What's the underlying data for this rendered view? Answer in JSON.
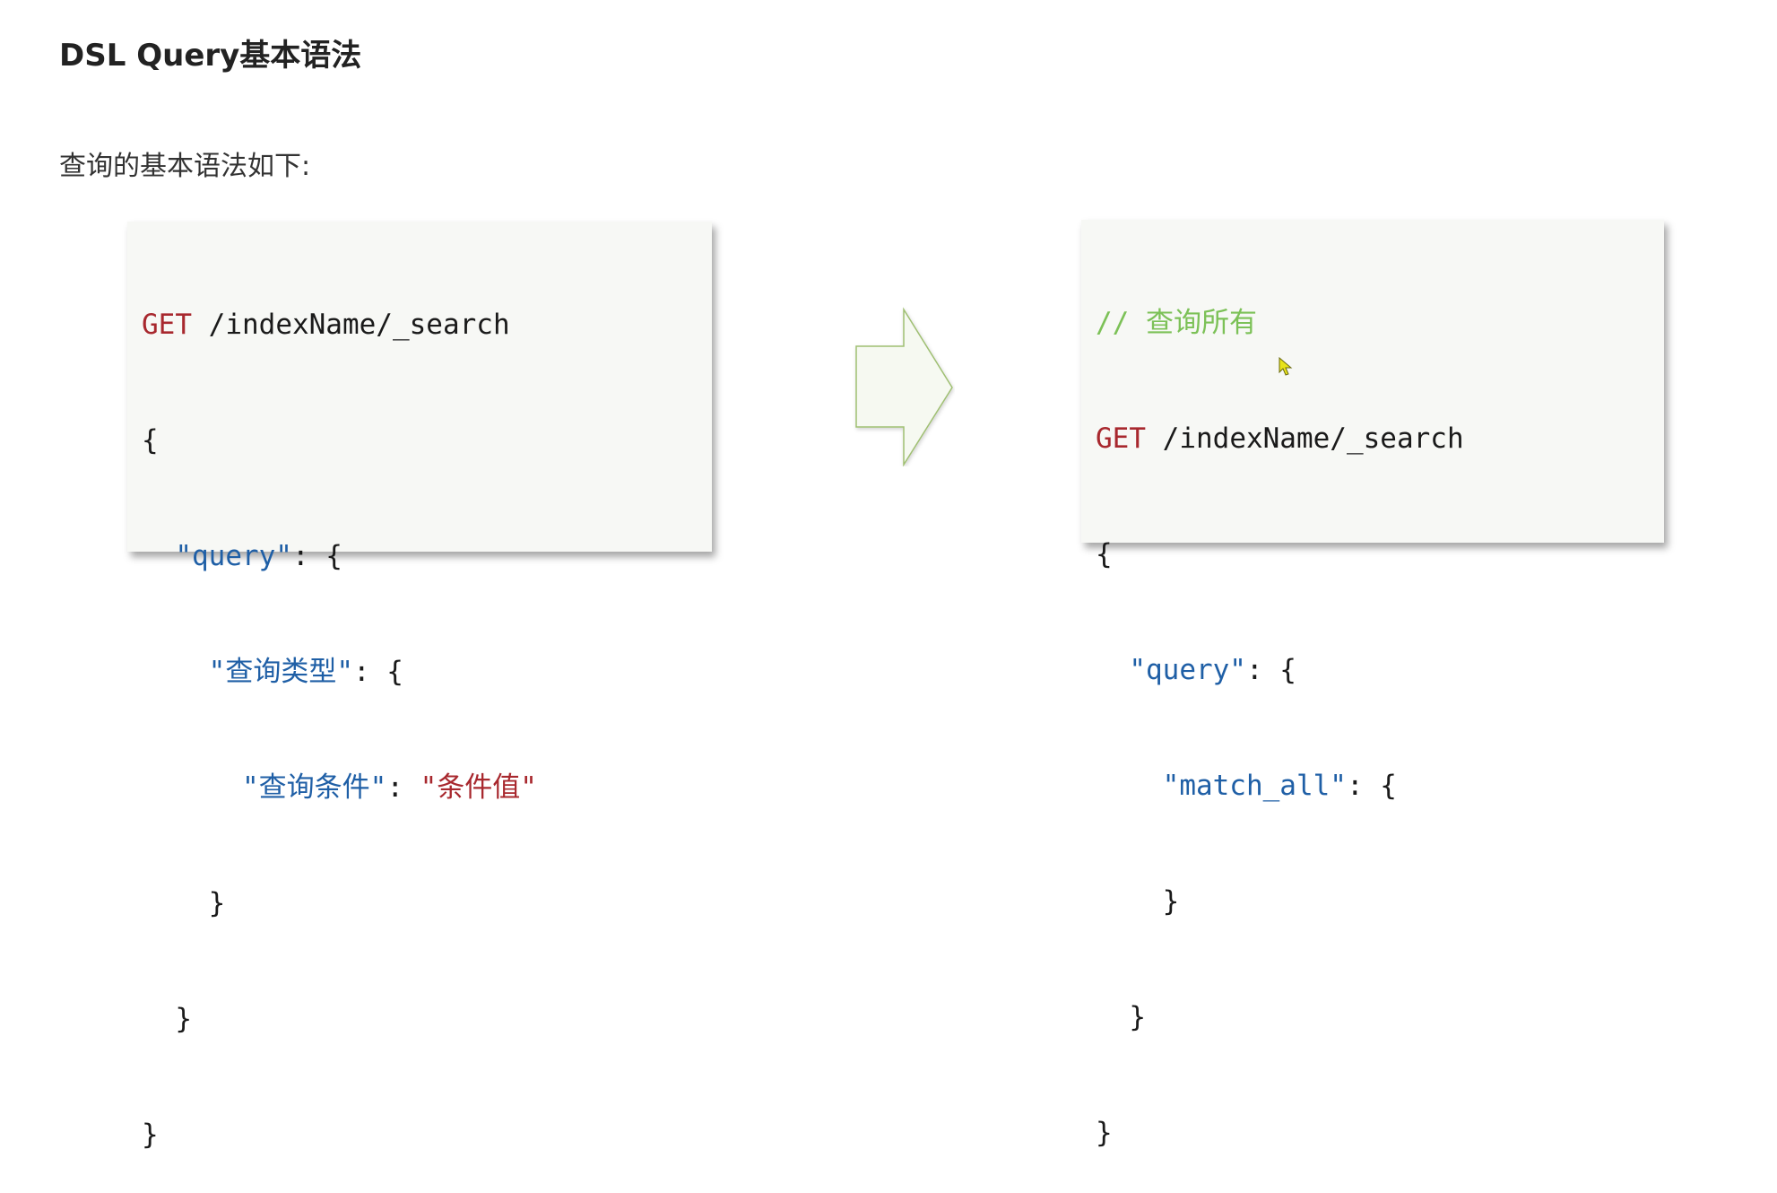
{
  "page": {
    "title": "DSL Query基本语法",
    "subtitle": "查询的基本语法如下:"
  },
  "left_code": {
    "lines": [
      {
        "method": "GET",
        "path": " /indexName/_search"
      },
      {
        "text": "{"
      },
      {
        "indent": "  ",
        "key": "\"query\"",
        "rest": ": {"
      },
      {
        "indent": "    ",
        "key": "\"查询类型\"",
        "rest": ": {"
      },
      {
        "indent": "      ",
        "key": "\"查询条件\"",
        "sep": ": ",
        "value": "\"条件值\""
      },
      {
        "text": "    }"
      },
      {
        "text": "  }"
      },
      {
        "text": "}"
      }
    ]
  },
  "right_code": {
    "comment": "// 查询所有",
    "lines": [
      {
        "method": "GET",
        "path": " /indexName/_search"
      },
      {
        "text": "{"
      },
      {
        "indent": "  ",
        "key": "\"query\"",
        "rest": ": {"
      },
      {
        "indent": "    ",
        "key": "\"match_all\"",
        "rest": ": {"
      },
      {
        "text": "    }"
      },
      {
        "text": "  }"
      },
      {
        "text": "}"
      }
    ]
  },
  "arrow": {
    "icon": "right-arrow-icon",
    "fill": "#f6f9f1",
    "stroke": "#9fbf72"
  },
  "colors": {
    "method": "#a8282e",
    "key": "#1f5fa6",
    "string_value": "#a8282e",
    "comment": "#7cc157",
    "code_bg": "#f7f8f5"
  }
}
